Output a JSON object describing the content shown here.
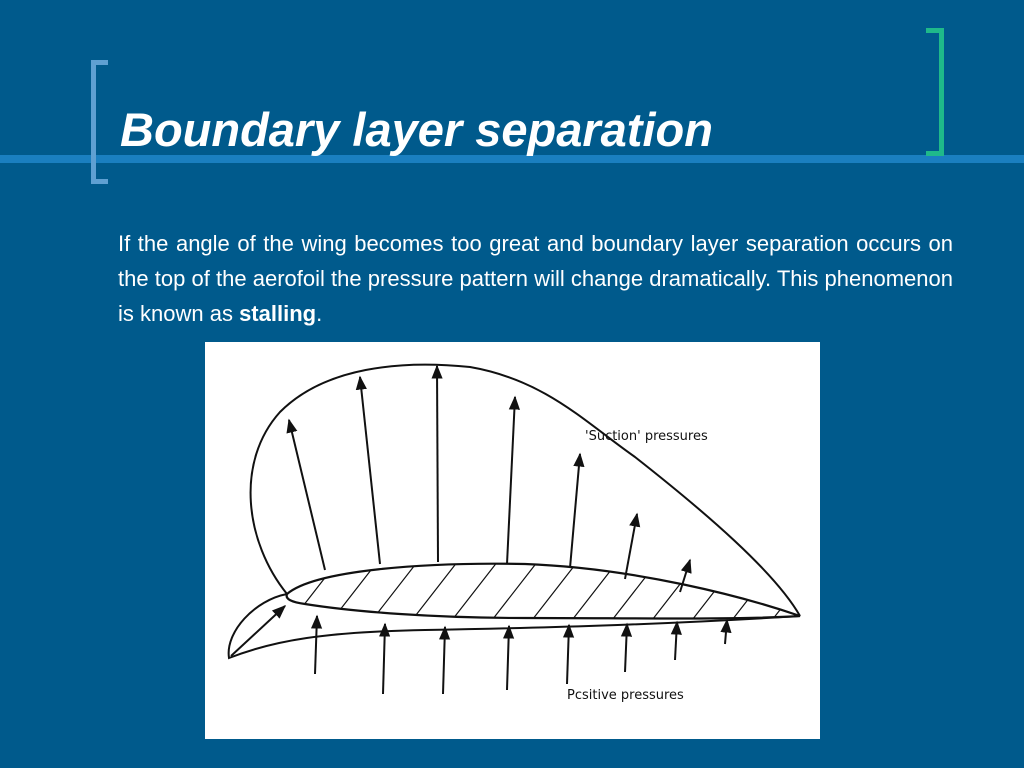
{
  "slide": {
    "title": "Boundary layer separation",
    "body_text_before": "If the angle of the wing becomes too great and boundary layer separation occurs on the top of the aerofoil the pressure pattern will change dramatically. This phenomenon is known as ",
    "body_text_bold": "stalling",
    "body_text_after": "."
  },
  "diagram": {
    "suction_label": "'Suction' pressures",
    "positive_label": "Pcsitive pressures"
  },
  "colors": {
    "background": "#005a8c",
    "title_rule": "#1a7fc0",
    "left_bracket": "#5fa0d2",
    "right_bracket": "#1fb98a"
  }
}
